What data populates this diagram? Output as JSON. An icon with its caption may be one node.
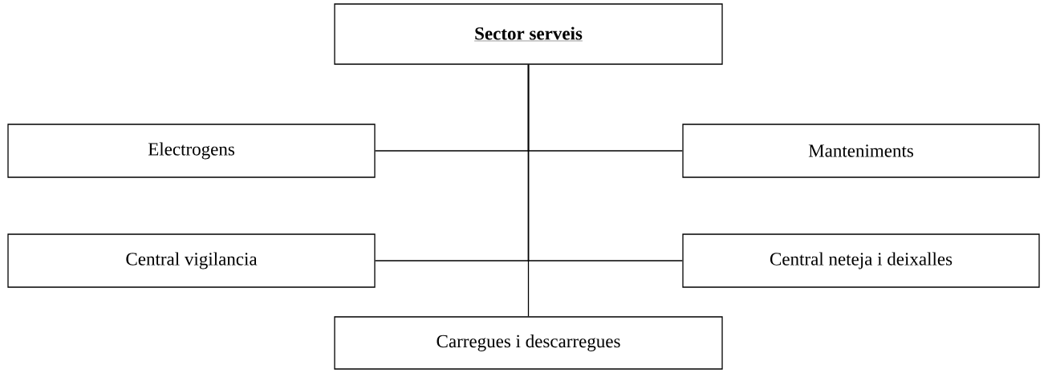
{
  "diagram": {
    "nodes": [
      {
        "text": [
          "Sector serveis"
        ]
      },
      {
        "text": [
          "Electrogens"
        ]
      },
      {
        "text": [
          "Manteniments"
        ]
      },
      {
        "text": [
          "Central vigilancia"
        ]
      },
      {
        "text": [
          "Central neteja i deixalles"
        ]
      },
      {
        "text": [
          "Carregues i descarregues"
        ]
      }
    ],
    "edges": [
      {
        "from": 0,
        "to": 1,
        "arrow": "none"
      },
      {
        "from": 0,
        "to": 2,
        "arrow": "none"
      },
      {
        "from": 0,
        "to": 3,
        "arrow": "none"
      },
      {
        "from": 0,
        "to": 4,
        "arrow": "none"
      },
      {
        "from": 0,
        "to": 5,
        "arrow": "none"
      }
    ]
  }
}
